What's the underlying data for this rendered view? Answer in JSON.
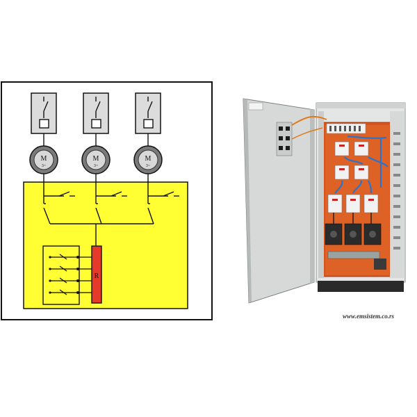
{
  "motors": [
    {
      "letter": "M",
      "phase": "3~"
    },
    {
      "letter": "M",
      "phase": "3~"
    },
    {
      "letter": "M",
      "phase": "3~"
    }
  ],
  "resistor": {
    "label": "R"
  },
  "watermark": "www.emsistem.co.rs",
  "colors": {
    "control_box": "#ffff33",
    "resistor": "#e53a2a",
    "motor_body": "#bcbcbc",
    "cabinet_door": "#d6d9d8",
    "mounting_plate": "#d9541c",
    "cable": "#2a74c9"
  }
}
